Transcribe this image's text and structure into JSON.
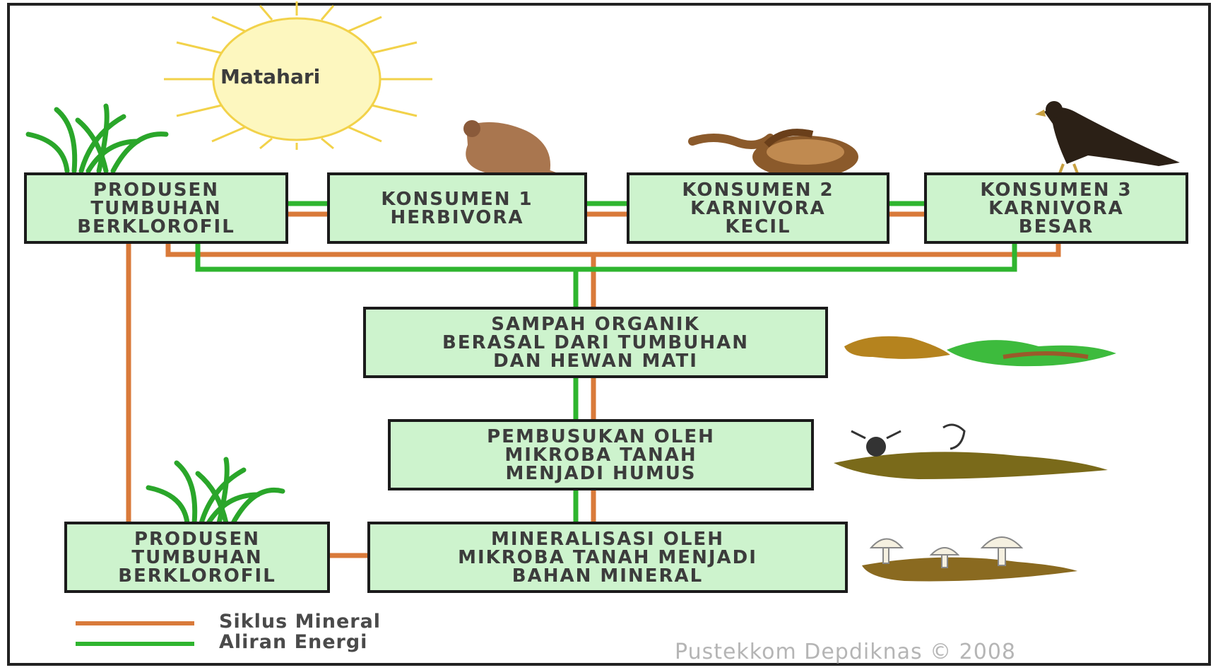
{
  "sun": {
    "label": "Matahari"
  },
  "producer_top": {
    "lines": [
      "PRODUSEN",
      "TUMBUHAN",
      "BERKLOROFIL"
    ]
  },
  "consumer1": {
    "lines": [
      "KONSUMEN 1",
      "HERBIVORA"
    ]
  },
  "consumer2": {
    "lines": [
      "KONSUMEN 2",
      "KARNIVORA",
      "KECIL"
    ]
  },
  "consumer3": {
    "lines": [
      "KONSUMEN 3",
      "KARNIVORA",
      "BESAR"
    ]
  },
  "organic_waste": {
    "lines": [
      "SAMPAH ORGANIK",
      "BERASAL DARI TUMBUHAN",
      "DAN HEWAN MATI"
    ]
  },
  "decomposition": {
    "lines": [
      "PEMBUSUKAN OLEH",
      "MIKROBA TANAH",
      "MENJADI HUMUS"
    ]
  },
  "producer_bottom": {
    "lines": [
      "PRODUSEN",
      "TUMBUHAN",
      "BERKLOROFIL"
    ]
  },
  "mineralization": {
    "lines": [
      "MINERALISASI OLEH",
      "MIKROBA TANAH MENJADI",
      "BAHAN MINERAL"
    ]
  },
  "legend": {
    "mineral_label": "Siklus Mineral",
    "energy_label": "Aliran Energi"
  },
  "credit": "Pustekkom Depdiknas © 2008",
  "colors": {
    "mineral": "#d97a3a",
    "energy": "#2fb52f",
    "box_fill": "#cdf3cd",
    "border": "#1b1b1b"
  },
  "icons": [
    "sun-icon",
    "grass-icon",
    "mouse-icon",
    "snake-icon",
    "eagle-icon",
    "dead-animal-icon",
    "decomposer-icon",
    "mushroom-icon"
  ]
}
